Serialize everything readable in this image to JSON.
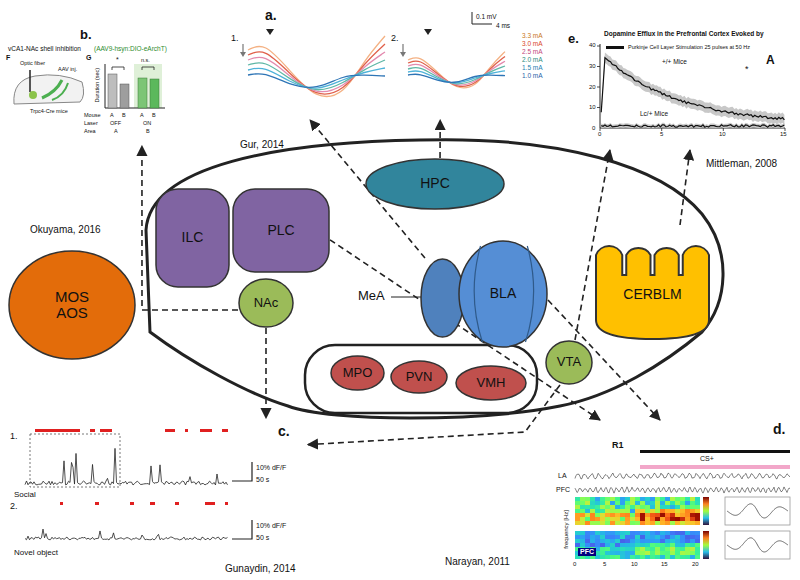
{
  "diagram": {
    "nodes": [
      {
        "text": [
          "a.",
          "1.",
          "2."
        ]
      },
      {
        "text": [
          "b."
        ]
      },
      {
        "text": [
          "e."
        ]
      },
      {
        "text": [
          "MOS AOS"
        ]
      },
      {
        "text": [
          "PLC"
        ]
      },
      {
        "text": [
          "ILC"
        ]
      },
      {
        "text": [
          "HPC"
        ]
      },
      {
        "text": [
          "MeA"
        ]
      },
      {
        "text": [
          "BLA"
        ]
      },
      {
        "text": [
          "CERBLM"
        ]
      },
      {
        "text": [
          "NAc"
        ]
      },
      {
        "text": [
          "MPO"
        ]
      },
      {
        "text": [
          "PVN"
        ]
      },
      {
        "text": [
          "VMH"
        ]
      },
      {
        "text": [
          "VTA"
        ]
      },
      {
        "text": [
          "c.",
          "1.",
          "2."
        ]
      },
      {
        "text": [
          "d."
        ]
      }
    ],
    "edges": [
      {
        "from": 6,
        "to": 0,
        "arrow": "to"
      },
      {
        "from": 7,
        "to": 0,
        "arrow": "to"
      },
      {
        "from": 10,
        "to": 1,
        "arrow": "to"
      },
      {
        "from": 10,
        "to": 15,
        "arrow": "to"
      },
      {
        "from": 14,
        "to": 15,
        "arrow": "to"
      },
      {
        "from": 4,
        "to": 16,
        "arrow": "to"
      },
      {
        "from": 8,
        "to": 16,
        "arrow": "to"
      },
      {
        "from": 14,
        "to": 2,
        "arrow": "to"
      },
      {
        "from": 9,
        "to": 2,
        "arrow": "to"
      }
    ],
    "labels": [
      "Gur, 2014",
      "0.1 mV",
      "4 ms",
      "3.3 mA",
      "3.0 mA",
      "2.5 mA",
      "2.0 mA",
      "1.5 mA",
      "1.0 mA",
      "vCA1-NAc shell inhibition",
      "(AAV9-hsyn:DIO-eArchT)",
      "F",
      "G",
      "Optic fiber",
      "AAV inj.",
      "Trpc4-Cre mice",
      "Duration (sec)",
      "*",
      "n.s.",
      "A",
      "B",
      "A",
      "B",
      "Mouse",
      "Laser",
      "OFF",
      "ON",
      "Area",
      "A",
      "B",
      "Okuyama, 2016",
      "Social",
      "10% dF/F",
      "50 s",
      "Novel object",
      "10% dF/F",
      "50 s",
      "Gunaydin, 2014",
      "Narayan, 2011",
      "R1",
      "CS+",
      "LA",
      "PFC",
      "frequency [Hz]",
      "PFC",
      "0",
      "5",
      "10",
      "15",
      "20",
      "Dopamine Efflux in the Prefrontal Cortex Evoked by",
      "Purkinje Cell Layer Stimulation 25 pulses at 50 Hz",
      "A",
      "*",
      "+/+ Mice",
      "Lc/+ Mice",
      "40",
      "30",
      "20",
      "10",
      "0",
      "0",
      "5",
      "10",
      "15",
      "Mittleman, 2008"
    ]
  }
}
